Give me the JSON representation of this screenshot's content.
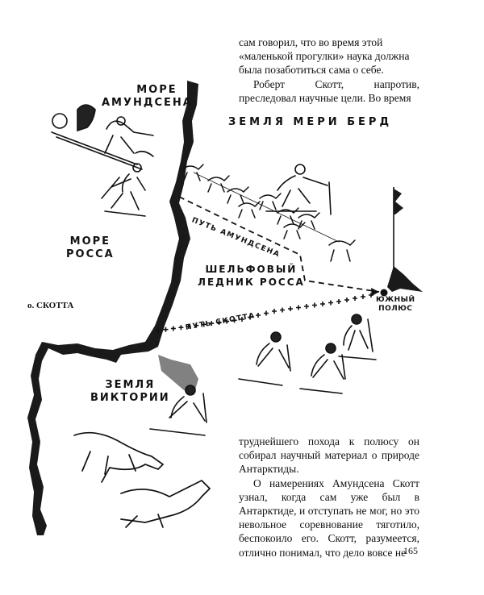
{
  "text": {
    "top_lines": [
      "сам говорил, что во время этой",
      "«маленькой прогулки» наука должна",
      "была позаботиться сама о себе.",
      "Роберт Скотт, напротив, преследовал научные цели. Во время"
    ],
    "bottom_p1": "труднейшего похода к полюсу он собирал научный материал о природе Антарктиды.",
    "bottom_p2": "О намерениях Амундсена Скотт узнал, когда сам уже был в Антарктиде, и отступать не мог, но это невольное соревнование тяготило, беспокоило его. Скотт, разумеется, отлично понимал, что дело вовсе не"
  },
  "map": {
    "sea_amundsen_1": "МОРЕ",
    "sea_amundsen_2": "АМУНДСЕНА",
    "mary_byrd": "ЗЕМЛЯ МЕРИ БЕРД",
    "sea_ross_1": "МОРЕ",
    "sea_ross_2": "РОССА",
    "ice_shelf_1": "ШЕЛЬФОВЫЙ",
    "ice_shelf_2": "ЛЕДНИК РОССА",
    "scott_island": "о. СКОТТА",
    "south_pole_1": "ЮЖНЫЙ",
    "south_pole_2": "ПОЛЮС",
    "amundsen_route": "ПУТЬ АМУНДСЕНА",
    "scott_route": "ПУТЬ СКОТТА",
    "victoria_1": "ЗЕМЛЯ",
    "victoria_2": "ВИКТОРИИ"
  },
  "page_number": "165"
}
